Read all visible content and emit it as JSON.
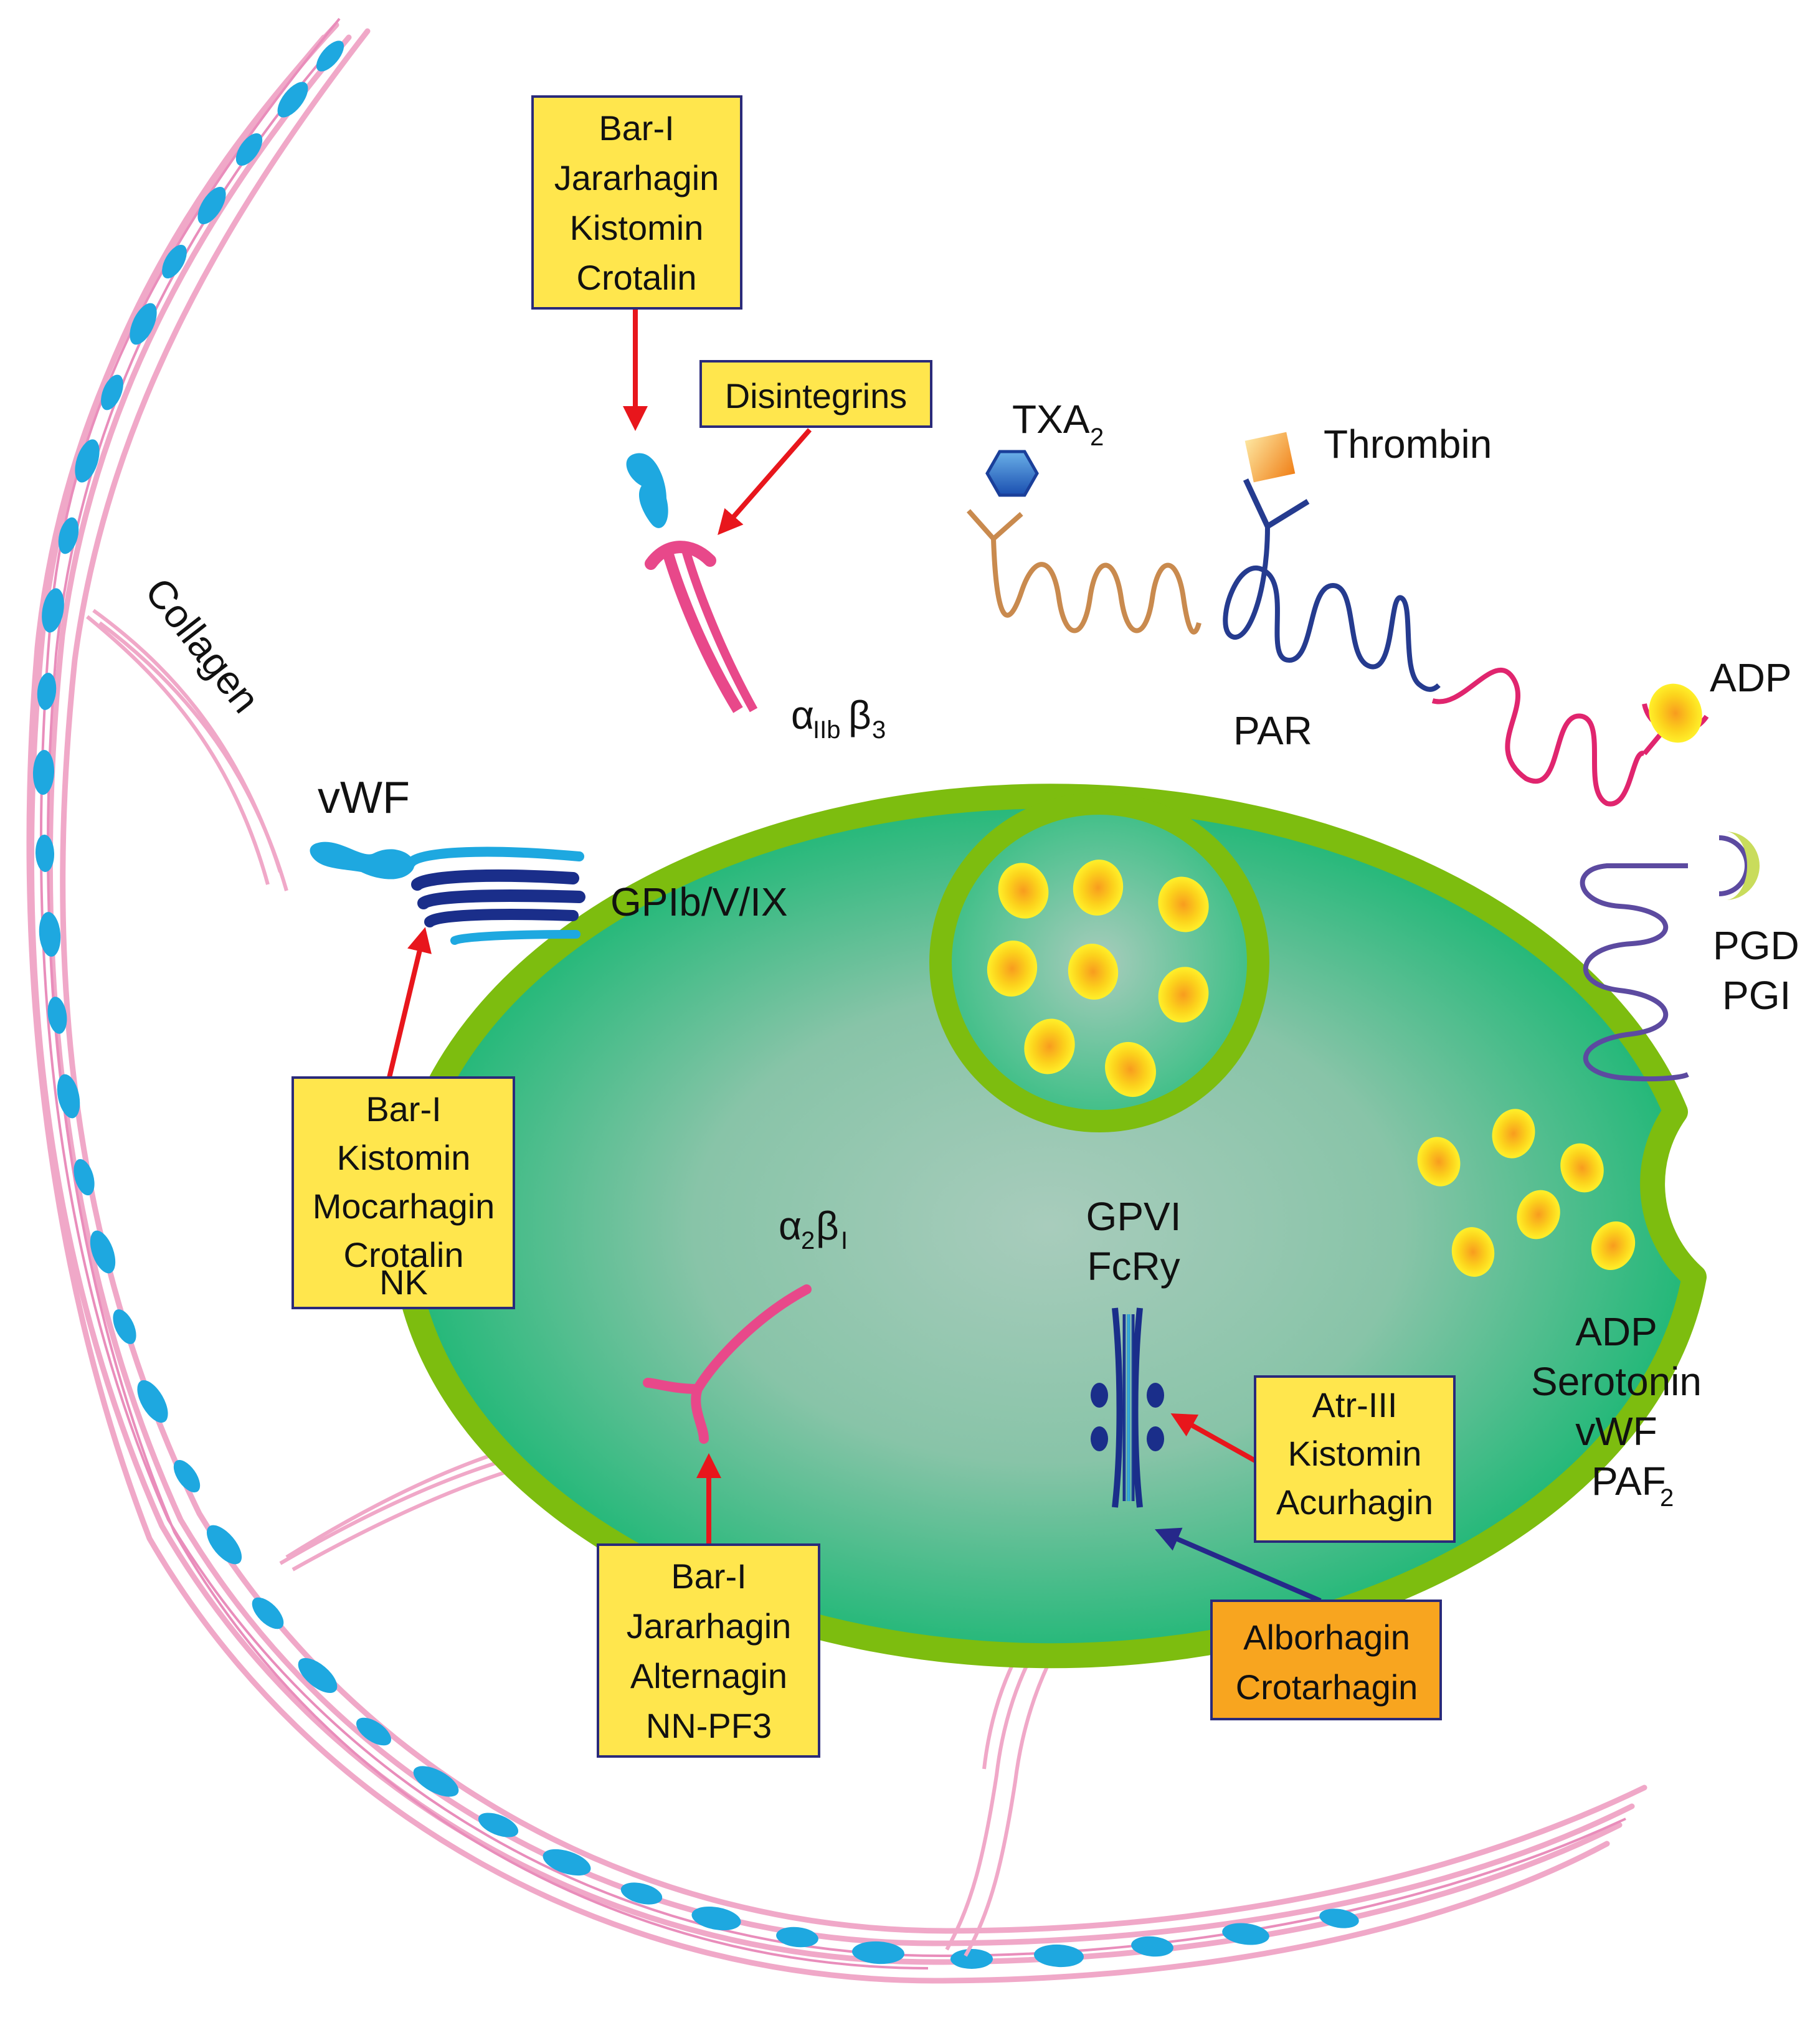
{
  "labels": {
    "collagen": "Collagen",
    "vwf": "vWF",
    "gpib": "GPIb/V/IX",
    "aiib_alpha": "α",
    "aiib_sub1": "IIb",
    "aiib_beta": "β",
    "aiib_sub2": "3",
    "a2b1_alpha": "α",
    "a2b1_sub1": "2",
    "a2b1_beta": "β",
    "a2b1_sub2": "I",
    "txa": "TXA",
    "txa_sub": "2",
    "thrombin": "Thrombin",
    "par": "PAR",
    "adp": "ADP",
    "pgd": "PGD",
    "pgi": "PGI",
    "gpvi": "GPVI",
    "fcry": "FcRy",
    "released": [
      "ADP",
      "Serotonin",
      "vWF"
    ],
    "paf": "PAF",
    "paf_sub": "2"
  },
  "boxes": {
    "top": [
      "Bar-I",
      "Jararhagin",
      "Kistomin",
      "Crotalin"
    ],
    "disintegrins": [
      "Disintegrins"
    ],
    "left": [
      "Bar-I",
      "Kistomin",
      "Mocarhagin",
      "Crotalin",
      "NK"
    ],
    "bottom": [
      "Bar-I",
      "Jararhagin",
      "Alternagin",
      "NN-PF3"
    ],
    "gpvi_inhibitors": [
      "Atr-III",
      "Kistomin",
      "Acurhagin"
    ],
    "gpvi_activators": [
      "Alborhagin",
      "Crotarhagin"
    ]
  },
  "colors": {
    "cell_rim": "#7dbd0f",
    "cell_fill": "#2dba7a",
    "box_yellow": "#ffe64d",
    "box_orange": "#f8a51f",
    "box_border": "#2a2a7a",
    "inhibit_arrow": "#e8161c",
    "activate_arrow": "#26288a",
    "collagen_pink": "#f0a8c8",
    "collagen_blue": "#1ea8e0"
  }
}
